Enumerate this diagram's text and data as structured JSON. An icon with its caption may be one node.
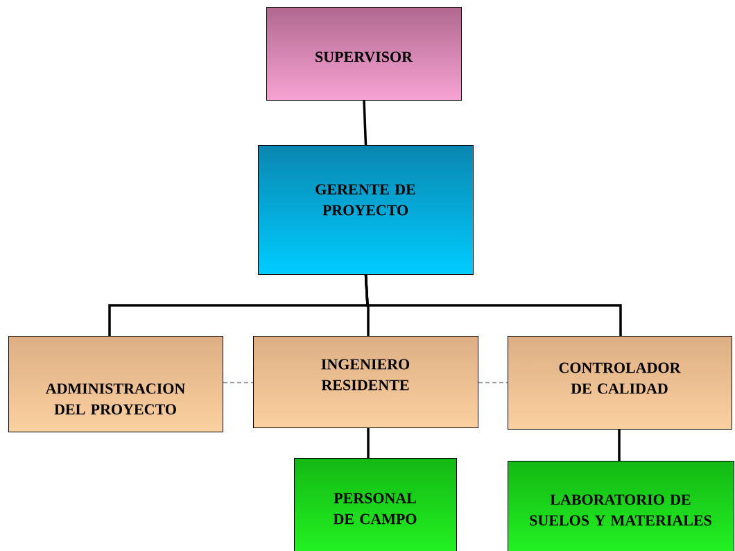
{
  "diagram": {
    "nodes": [
      {
        "text": [
          "SUPERVISOR"
        ]
      },
      {
        "text": [
          "GERENTE DE PROYECTO"
        ]
      },
      {
        "text": [
          "ADMINISTRACION DEL PROYECTO"
        ]
      },
      {
        "text": [
          "INGENIERO RESIDENTE"
        ]
      },
      {
        "text": [
          "CONTROLADOR DE CALIDAD"
        ]
      },
      {
        "text": [
          "PERSONAL DE CAMPO"
        ]
      },
      {
        "text": [
          "LABORATORIO DE SUELOS Y MATERIALES"
        ]
      }
    ],
    "edges": [
      {
        "from": 0,
        "to": 1,
        "arrow": "none"
      },
      {
        "from": 1,
        "to": 2,
        "arrow": "none"
      },
      {
        "from": 1,
        "to": 3,
        "arrow": "none"
      },
      {
        "from": 1,
        "to": 4,
        "arrow": "none"
      },
      {
        "from": 3,
        "to": 5,
        "arrow": "none"
      },
      {
        "from": 4,
        "to": 6,
        "arrow": "none"
      },
      {
        "from": 2,
        "to": 3,
        "arrow": "none",
        "style": "dashed",
        "color": "#808080"
      },
      {
        "from": 3,
        "to": 4,
        "arrow": "none",
        "style": "dashed",
        "color": "#808080"
      }
    ]
  }
}
